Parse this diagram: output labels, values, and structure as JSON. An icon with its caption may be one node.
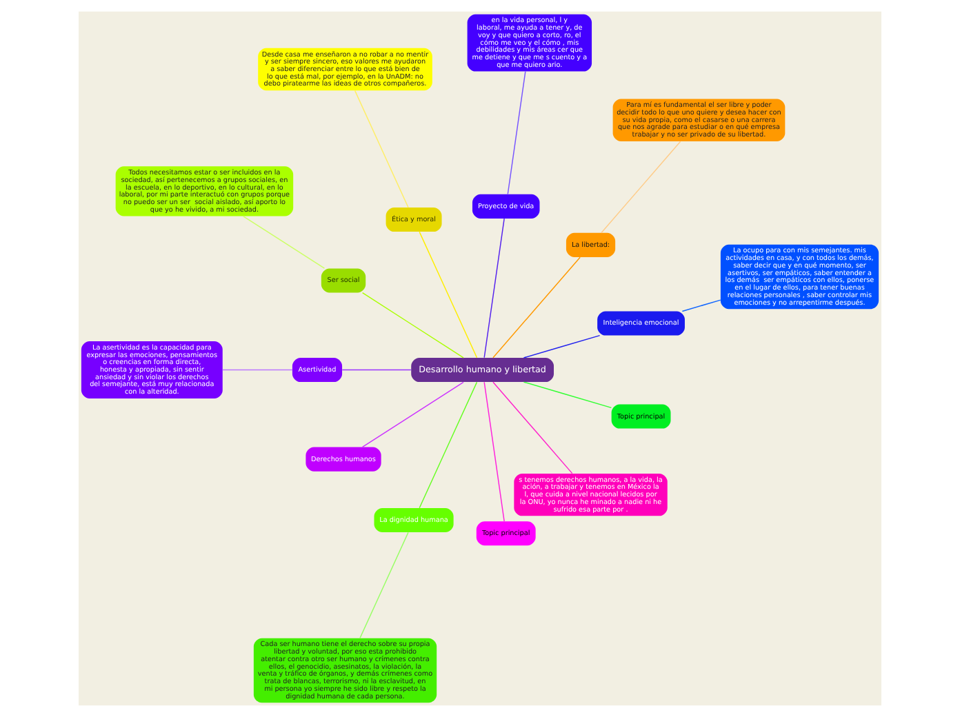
{
  "diagram": {
    "nodes": [
      {
        "text": [
          "Desarrollo humano y libertad"
        ]
      },
      {
        "text": [
          "La ocupo para con mis semejantes. mis actividades en casa, y con todos los demás, saber decir que y en qué momento, ser asertivos, ser empáticos, saber entender a los demás  ser empáticos con ellos, ponerse en el lugar de ellos, para tener buenas relaciones personales , saber controlar mis emociones y no arrepentirme después."
        ]
      },
      {
        "text": [
          "Inteligencia emocional"
        ]
      },
      {
        "text": [
          "La libertad:"
        ]
      },
      {
        "text": [
          "Para mí es fundamental el ser libre y poder decidir todo lo que uno quiere y desea hacer con su vida propia, como el casarse o una carrera que nos agrade para estudiar o en qué empresa trabajar y no ser privado de su libertad."
        ]
      },
      {
        "text": [
          "Proyecto de vida"
        ]
      },
      {
        "text": [
          "en la vida personal, l y laboral, me ayuda a tener y, de voy y que quiero a corto, ro, el cómo me veo y el cómo , mis debilidades y mis áreas cer que me detiene y que me s cuento y a que me quiero ario."
        ]
      },
      {
        "text": [
          "Ética y moral"
        ]
      },
      {
        "text": [
          "Desde casa me enseñaron a no robar a no mentir y ser siempre sincero, eso valores me ayudaron a saber diferenciar entre lo que está bien de lo que está mal, por ejemplo, en la UnADM: no debo piratearme las ideas de otros compañeros."
        ]
      },
      {
        "text": [
          "Ser social"
        ]
      },
      {
        "text": [
          "Todos necesitamos estar o ser incluidos en la sociedad, así pertenecemos a grupos sociales, en la escuela, en lo deportivo, en lo cultural, en lo laboral, por mi parte interactuó con grupos porque no puedo ser un ser  social aislado, así aporto lo que yo he vivido, a mi sociedad."
        ]
      },
      {
        "text": [
          "Asertividad"
        ]
      },
      {
        "text": [
          "La asertividad es la capacidad para expresar las emociones, pensamientos o creencias en forma directa, honesta y apropiada, sin sentir ansiedad y sin violar los derechos del semejante, está muy relacionada con la alteridad."
        ]
      },
      {
        "text": [
          "Derechos humanos"
        ]
      },
      {
        "text": [
          "La dignidad humana"
        ]
      },
      {
        "text": [
          "Cada ser humano tiene el derecho sobre su propia libertad y voluntad, por eso esta prohibido atentar contra otro ser humano y crímenes contra ellos, el genocidio, asesinatos, la violación, la venta y tráfico de órganos, y demás crímenes como trata de blancas, terrorismo, ni la esclavitud, en mi persona yo siempre he sido libre y respeto la dignidad humana de cada persona."
        ]
      },
      {
        "text": [
          "Topic principal"
        ]
      },
      {
        "text": [
          "s tenemos derechos humanos, a la vida, la ación, a trabajar y tenemos en México la l, que cuida a nivel nacional lecidos por la ONU, yo nunca he minado a nadie ni he sufrido esa parte por ."
        ]
      },
      {
        "text": [
          "Topic principal"
        ]
      }
    ],
    "edges": [
      {
        "from": 0,
        "to": 2,
        "arrow": "none",
        "color": "#2222ee"
      },
      {
        "from": 2,
        "to": 1,
        "arrow": "none",
        "color": "#1166ff"
      },
      {
        "from": 0,
        "to": 3,
        "arrow": "none",
        "color": "#ff9900"
      },
      {
        "from": 3,
        "to": 4,
        "arrow": "none",
        "color": "#ffcc88"
      },
      {
        "from": 0,
        "to": 5,
        "arrow": "none",
        "color": "#5522ee"
      },
      {
        "from": 5,
        "to": 6,
        "arrow": "none",
        "color": "#7755ff"
      },
      {
        "from": 0,
        "to": 7,
        "arrow": "none",
        "color": "#ffee00"
      },
      {
        "from": 7,
        "to": 8,
        "arrow": "none",
        "color": "#ffee66"
      },
      {
        "from": 0,
        "to": 9,
        "arrow": "none",
        "color": "#aaff00"
      },
      {
        "from": 9,
        "to": 10,
        "arrow": "none",
        "color": "#ccff66"
      },
      {
        "from": 0,
        "to": 11,
        "arrow": "none",
        "color": "#9933ff"
      },
      {
        "from": 11,
        "to": 12,
        "arrow": "none",
        "color": "#bb77ff"
      },
      {
        "from": 0,
        "to": 13,
        "arrow": "none",
        "color": "#cc33ff"
      },
      {
        "from": 0,
        "to": 14,
        "arrow": "none",
        "color": "#66ff22"
      },
      {
        "from": 14,
        "to": 15,
        "arrow": "none",
        "color": "#99ff66"
      },
      {
        "from": 0,
        "to": 16,
        "arrow": "none",
        "color": "#ff22dd"
      },
      {
        "from": 0,
        "to": 17,
        "arrow": "none",
        "color": "#ff22cc"
      },
      {
        "from": 0,
        "to": 18,
        "arrow": "none",
        "color": "#33ff33"
      }
    ]
  }
}
